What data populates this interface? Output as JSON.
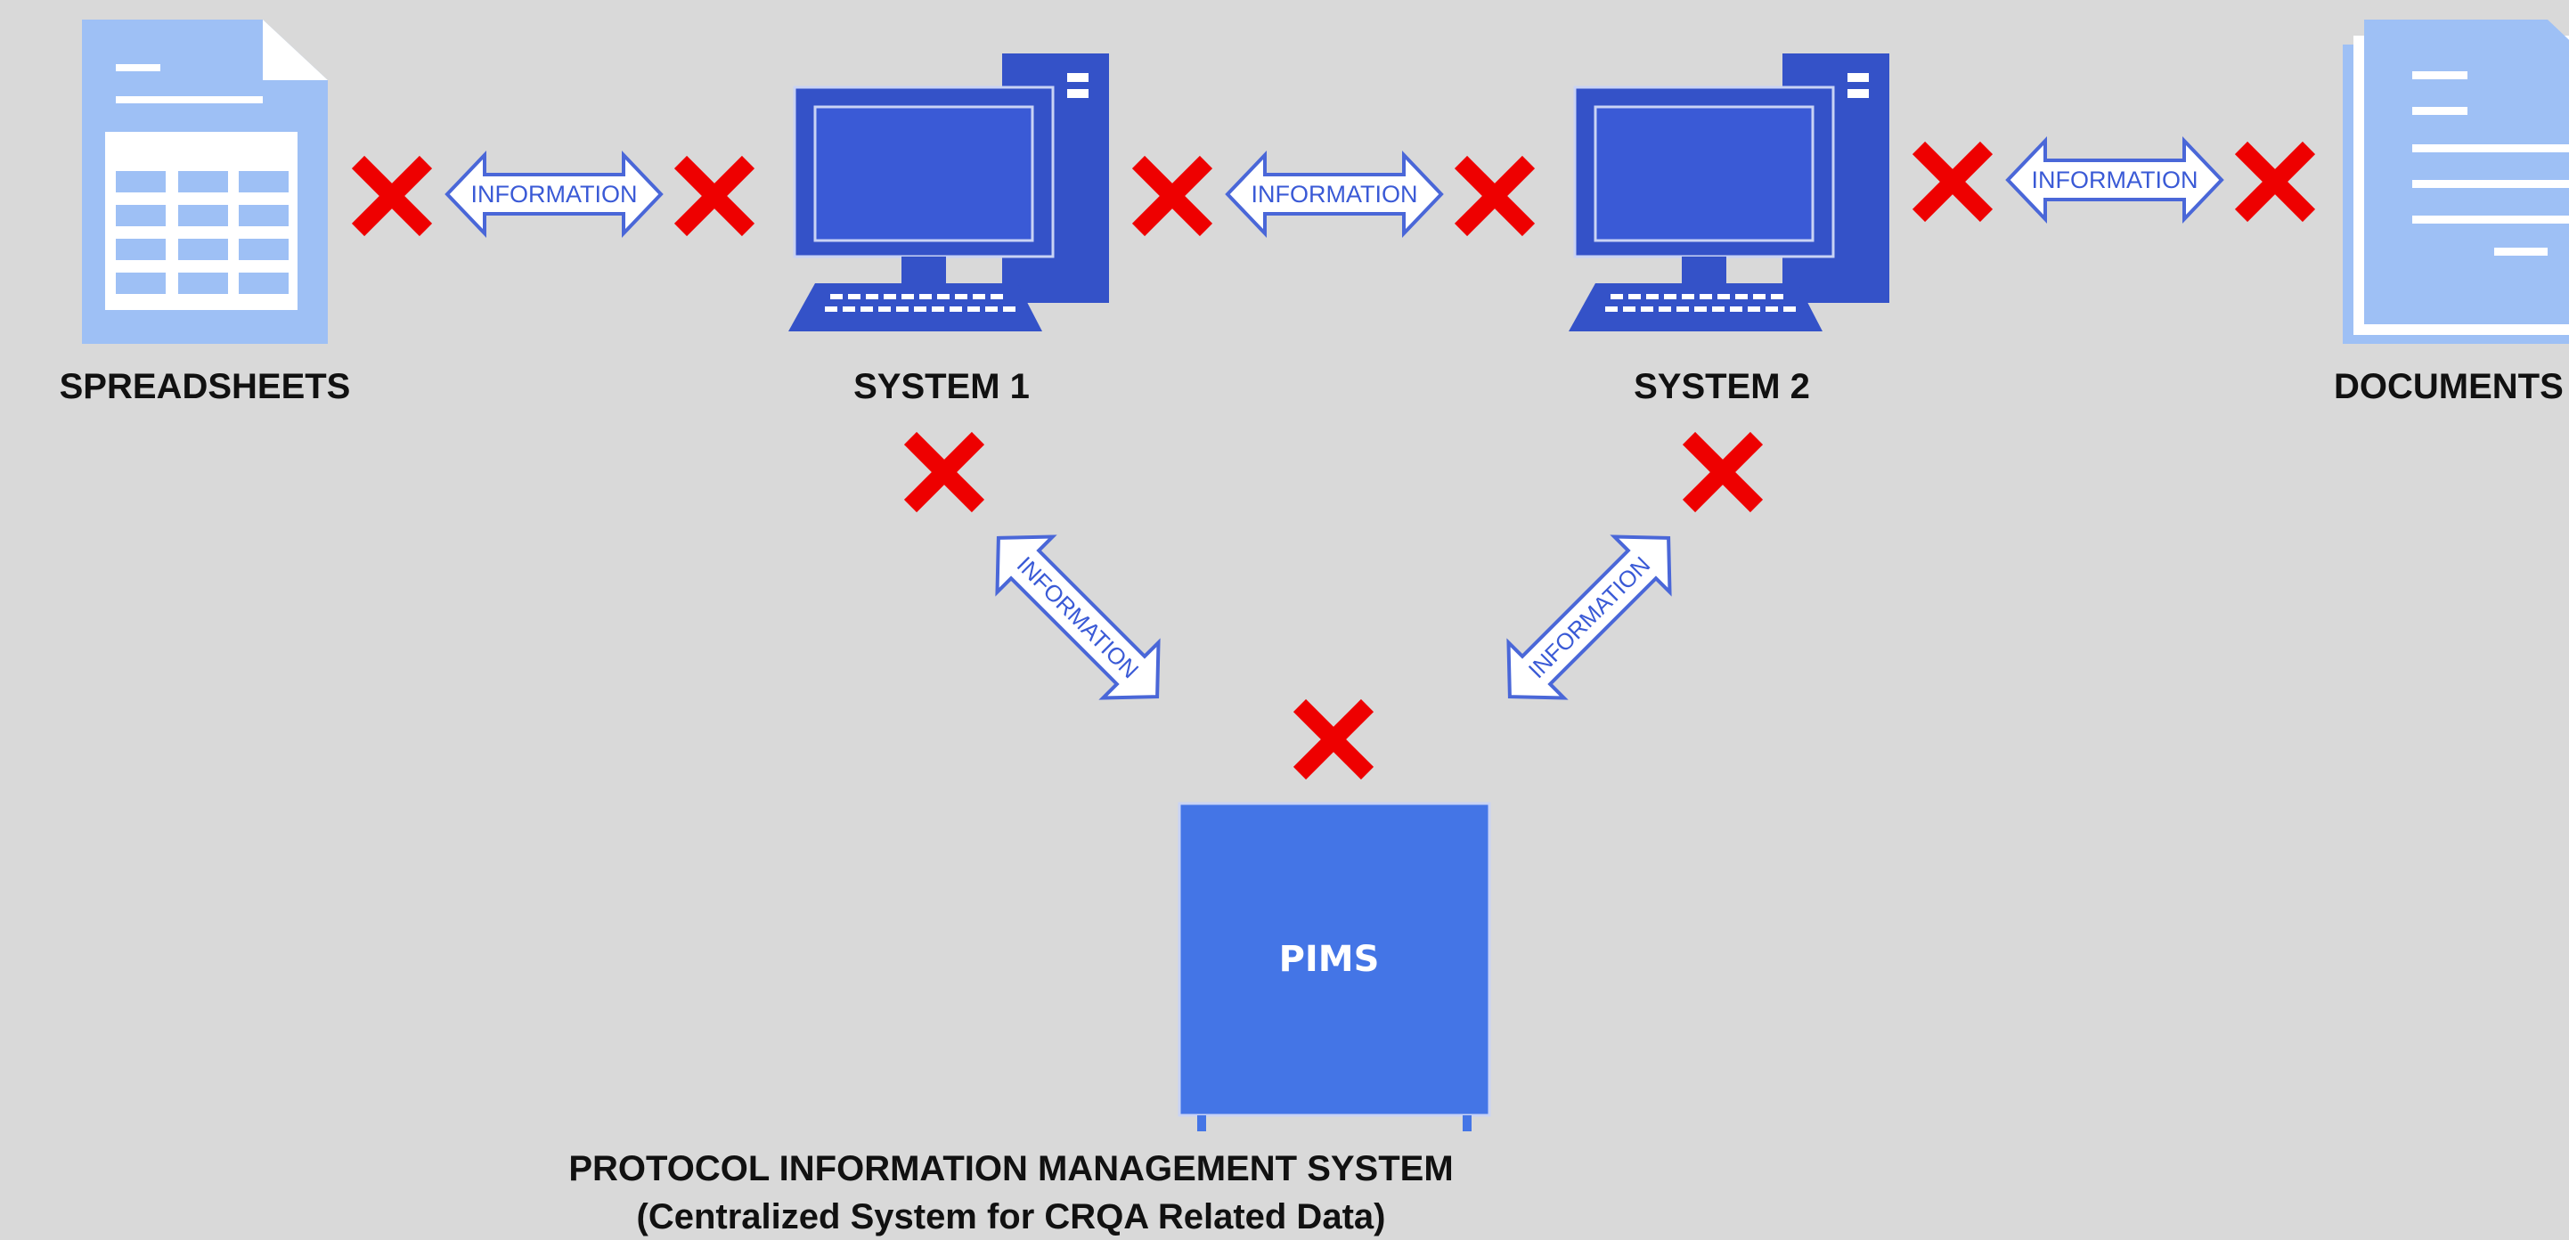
{
  "colors": {
    "background": "#d9d9d9",
    "computer_blue": "#3452c8",
    "computer_screen": "#3a5ad6",
    "doc_light_blue": "#9ec0f5",
    "pims_blue": "#4475e6",
    "x_red": "#ee0000",
    "arrow_border": "#4a67d8",
    "label_text": "#111111"
  },
  "nodes": {
    "spreadsheets": {
      "label": "SPREADSHEETS",
      "icon": "spreadsheet-icon"
    },
    "system1": {
      "label": "SYSTEM 1",
      "icon": "desktop-computer-icon"
    },
    "system2": {
      "label": "SYSTEM 2",
      "icon": "desktop-computer-icon"
    },
    "documents": {
      "label": "DOCUMENTS",
      "icon": "documents-icon"
    },
    "pims": {
      "box_label": "PIMS",
      "caption_line1": "PROTOCOL INFORMATION MANAGEMENT SYSTEM",
      "caption_line2": "(Centralized System for CRQA Related Data)"
    }
  },
  "links": [
    {
      "id": "spreadsheets-system1",
      "label": "INFORMATION",
      "status": "blocked"
    },
    {
      "id": "system1-system2",
      "label": "INFORMATION",
      "status": "blocked"
    },
    {
      "id": "system2-documents",
      "label": "INFORMATION",
      "status": "blocked"
    },
    {
      "id": "system1-pims",
      "label": "INFORMATION",
      "status": "blocked"
    },
    {
      "id": "system2-pims",
      "label": "INFORMATION",
      "status": "blocked"
    }
  ]
}
